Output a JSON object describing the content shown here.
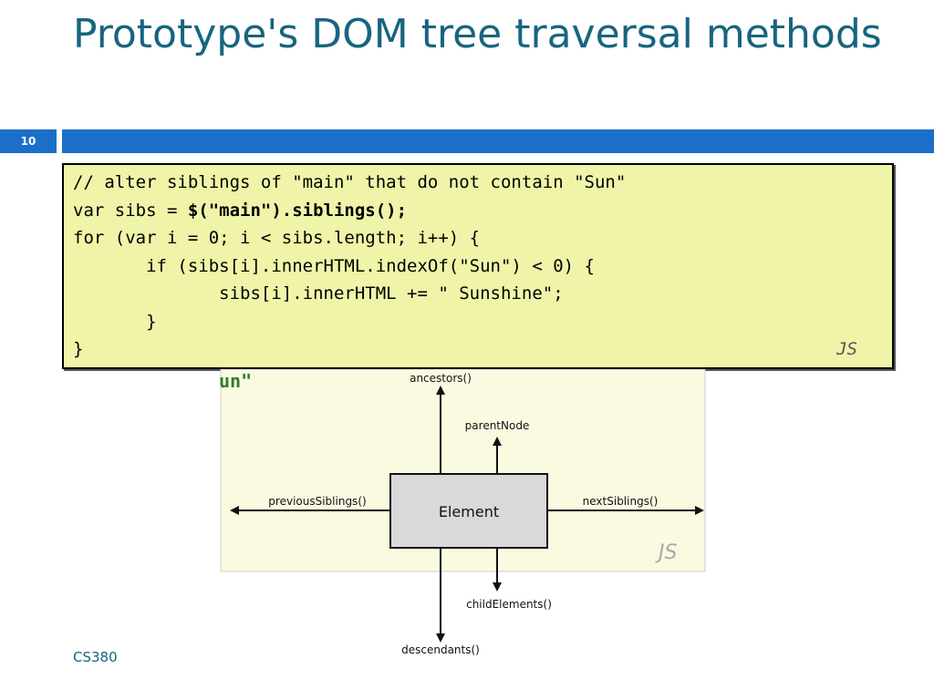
{
  "slide": {
    "title": "Prototype's DOM tree traversal methods",
    "number": "10",
    "footer": "CS380"
  },
  "code": {
    "lines": [
      "// alter siblings of \"main\" that do not contain \"Sun\"",
      "var sibs = ",
      "$(\"main\").siblings();",
      "for (var i = 0; i < sibs.length; i++) {",
      "       if (sibs[i].innerHTML.indexOf(\"Sun\") < 0) {",
      "              sibs[i].innerHTML += \" Sunshine\";",
      "       }",
      "}"
    ],
    "lang": "JS"
  },
  "diagram": {
    "partial_text": "un\"",
    "center": "Element",
    "up": "ancestors()",
    "up_inner": "parentNode",
    "left": "previousSiblings()",
    "right": "nextSiblings()",
    "down_inner": "childElements()",
    "down": "descendants()",
    "lang": "JS"
  },
  "colors": {
    "title": "#17657f",
    "bar": "#1b6fc8",
    "code_bg": "#f0f4a8"
  }
}
